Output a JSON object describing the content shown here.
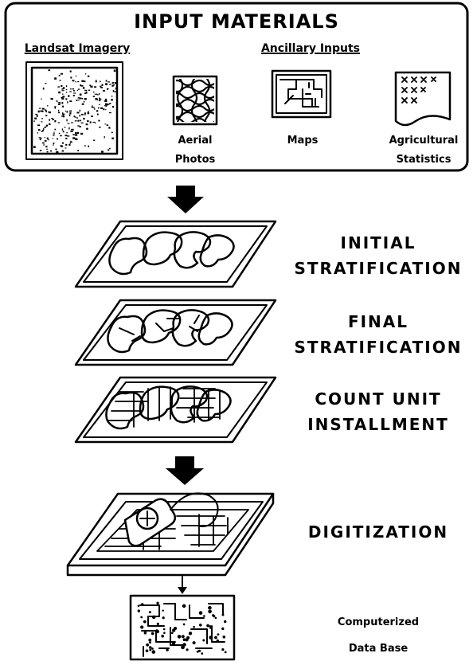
{
  "input_materials": {
    "title": "INPUT MATERIALS",
    "landsat_label": "Landsat Imagery",
    "ancillary_label": "Ancillary Inputs",
    "items": [
      {
        "line1": "Aerial",
        "line2": "Photos",
        "icon": "aerial-photo-icon"
      },
      {
        "line1": "Maps",
        "line2": "",
        "icon": "map-icon"
      },
      {
        "line1": "Agricultural",
        "line2": "Statistics",
        "icon": "statistics-sheet-icon"
      }
    ]
  },
  "steps": [
    {
      "line1": "INITIAL",
      "line2": "STRATIFICATION"
    },
    {
      "line1": "FINAL",
      "line2": "STRATIFICATION"
    },
    {
      "line1": "COUNT UNIT",
      "line2": "INSTALLMENT"
    },
    {
      "line1": "DIGITIZATION",
      "line2": ""
    }
  ],
  "output": {
    "line1": "Computerized",
    "line2": "Data Base"
  },
  "colors": {
    "ink": "#000000",
    "paper": "#ffffff"
  }
}
